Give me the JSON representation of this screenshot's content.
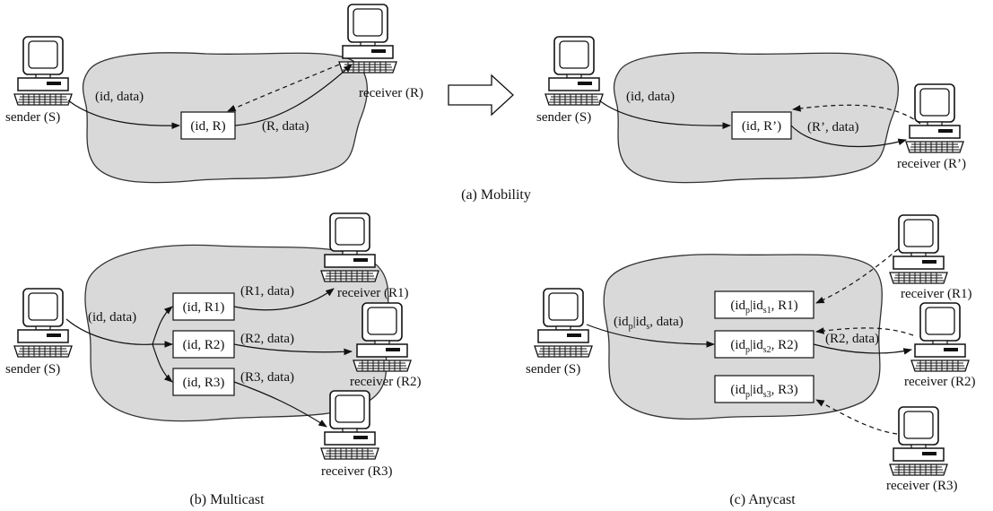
{
  "panel_a": {
    "caption": "(a) Mobility",
    "left": {
      "sender_label": "sender (S)",
      "receiver_label": "receiver (R)",
      "arrow_label_in": "(id, data)",
      "arrow_label_out": "(R, data)",
      "box": {
        "pre": "(id, R)"
      }
    },
    "right": {
      "sender_label": "sender (S)",
      "receiver_label": "receiver (R’)",
      "arrow_label_in": "(id, data)",
      "arrow_label_out": "(R’, data)",
      "box": {
        "pre": "(id, R’)"
      }
    }
  },
  "panel_b": {
    "caption": "(b) Multicast",
    "sender_label": "sender (S)",
    "arrow_label_in": "(id, data)",
    "boxes": [
      {
        "pre": "(id, R1)",
        "out_label": "(R1, data)",
        "receiver_label": "receiver (R1)"
      },
      {
        "pre": "(id, R2)",
        "out_label": "(R2, data)",
        "receiver_label": "receiver (R2)"
      },
      {
        "pre": "(id, R3)",
        "out_label": "(R3, data)",
        "receiver_label": "receiver (R3)"
      }
    ]
  },
  "panel_c": {
    "caption": "(c) Anycast",
    "sender_label": "sender (S)",
    "arrow_label_in": {
      "pre": "(id",
      "sub1": "p",
      "mid": "|id",
      "sub2": "s",
      "post": ", data)"
    },
    "out_label": "(R2, data)",
    "boxes": [
      {
        "pre": "(id",
        "sub1": "p",
        "mid": "|id",
        "sub2": "s1",
        "post": ", R1)",
        "receiver_label": "receiver (R1)"
      },
      {
        "pre": "(id",
        "sub1": "p",
        "mid": "|id",
        "sub2": "s2",
        "post": ", R2)",
        "receiver_label": "receiver (R2)"
      },
      {
        "pre": "(id",
        "sub1": "p",
        "mid": "|id",
        "sub2": "s3",
        "post": ", R3)",
        "receiver_label": "receiver (R3)"
      }
    ]
  }
}
